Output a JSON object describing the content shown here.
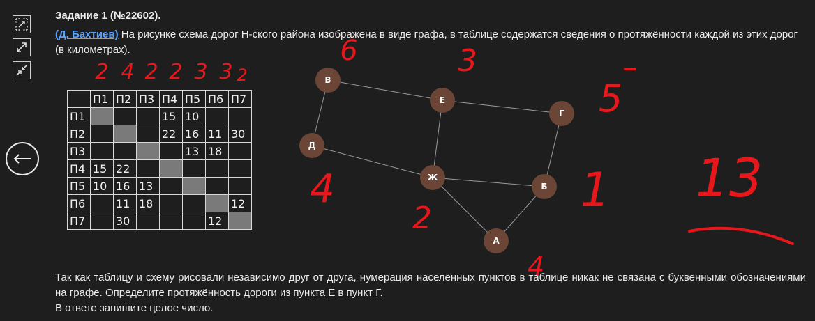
{
  "task": {
    "title": "Задание 1 (№22602).",
    "author_link": "(Д. Бахтиев)",
    "intro_text": "На рисунке схема дорог Н-ского района изображена в виде графа, в таблице содержатся сведения о протяжённости каждой из этих дорог (в километрах).",
    "question_line1": "Так как таблицу и схему рисовали независимо друг от друга, нумерация населённых пунктов в таблице никак не связана с буквенными обозначениями на графе. Определите протяжённость дороги из пункта Е в пункт Г.",
    "question_line2": "В ответе запишите целое число."
  },
  "table": {
    "headers": [
      "",
      "П1",
      "П2",
      "П3",
      "П4",
      "П5",
      "П6",
      "П7"
    ],
    "rows": [
      [
        "П1",
        "",
        "",
        "",
        "15",
        "10",
        "",
        ""
      ],
      [
        "П2",
        "",
        "",
        "",
        "22",
        "16",
        "11",
        "30"
      ],
      [
        "П3",
        "",
        "",
        "",
        "",
        "13",
        "18",
        ""
      ],
      [
        "П4",
        "15",
        "22",
        "",
        "",
        "",
        "",
        ""
      ],
      [
        "П5",
        "10",
        "16",
        "13",
        "",
        "",
        "",
        ""
      ],
      [
        "П6",
        "",
        "11",
        "18",
        "",
        "",
        "",
        "12"
      ],
      [
        "П7",
        "",
        "30",
        "",
        "",
        "",
        "12",
        ""
      ]
    ]
  },
  "graph": {
    "nodes": [
      "В",
      "Е",
      "Г",
      "Д",
      "Ж",
      "Б",
      "А"
    ]
  },
  "handwritten_notes": {
    "column_degrees": [
      "2",
      "4",
      "2",
      "2",
      "3",
      "3",
      "2"
    ],
    "near_v": "6",
    "near_e": "3",
    "near_g": "5",
    "near_d": "4",
    "near_zh": "2",
    "near_b": "1",
    "near_a": "4",
    "answer": "13"
  },
  "colors": {
    "background": "#1e1e1e",
    "node_fill": "#6b4636",
    "link": "#5aa3ff",
    "ink": "#e8171c"
  }
}
